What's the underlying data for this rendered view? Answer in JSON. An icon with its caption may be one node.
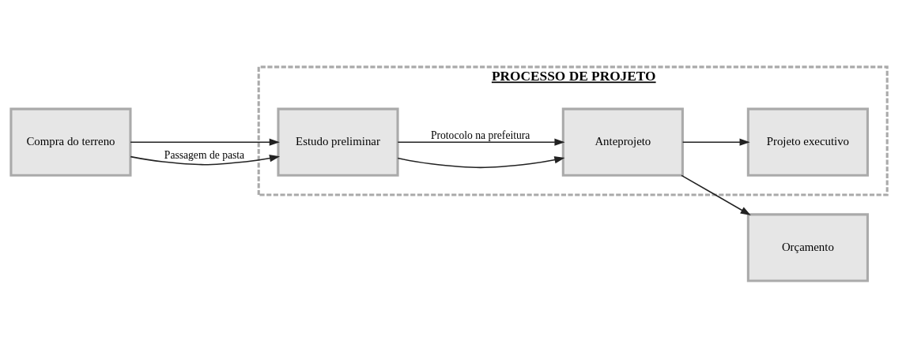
{
  "diagram": {
    "nodes": [
      {
        "text": [
          "PROCESSO DE PROJETO"
        ]
      },
      {
        "text": [
          "Compra do terreno"
        ]
      },
      {
        "text": [
          "Estudo preliminar"
        ],
        "in": 0
      },
      {
        "text": [
          "Anteprojeto"
        ],
        "in": 0
      },
      {
        "text": [
          "Projeto executivo"
        ],
        "in": 0
      },
      {
        "text": [
          "Orçamento"
        ]
      }
    ],
    "edges": [
      {
        "from": 1,
        "to": 2,
        "arrow": "to"
      },
      {
        "from": 1,
        "to": 2,
        "arrow": "to",
        "label": "Passagem de pasta"
      },
      {
        "from": 2,
        "to": 3,
        "arrow": "to"
      },
      {
        "from": 2,
        "to": 3,
        "arrow": "to",
        "label": "Protocolo na prefeitura"
      },
      {
        "from": 3,
        "to": 4,
        "arrow": "to"
      },
      {
        "from": 3,
        "to": 5,
        "arrow": "to"
      }
    ]
  }
}
